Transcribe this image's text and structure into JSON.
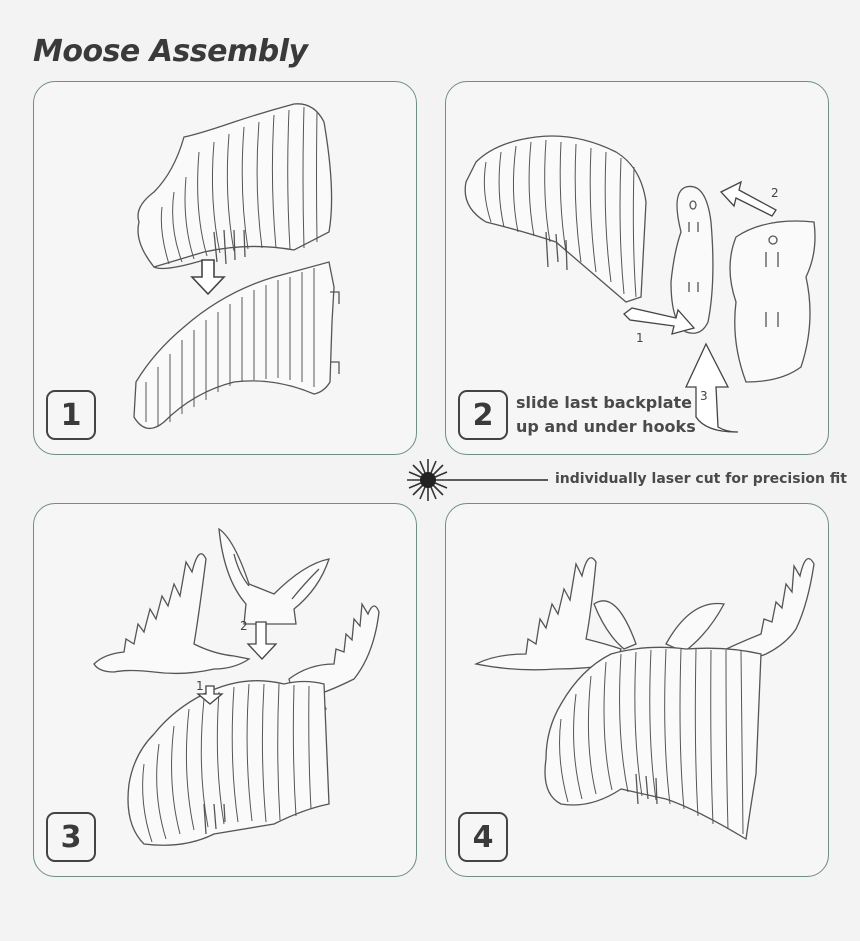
{
  "title": "Moose Assembly",
  "steps": [
    {
      "number": "1",
      "instruction_line1": "",
      "instruction_line2": ""
    },
    {
      "number": "2",
      "instruction_line1": "slide last backplate",
      "instruction_line2": "up and under hooks"
    },
    {
      "number": "3",
      "instruction_line1": "",
      "instruction_line2": ""
    },
    {
      "number": "4",
      "instruction_line1": "",
      "instruction_line2": ""
    }
  ],
  "step2_arrow_labels": [
    "1",
    "2",
    "3"
  ],
  "step3_arrow_labels": [
    "1",
    "2"
  ],
  "laser_note": "individually laser cut for precision fit",
  "colors": {
    "panel_border": "#6f8f80",
    "line_art": "#555555",
    "background": "#f3f3f3"
  }
}
